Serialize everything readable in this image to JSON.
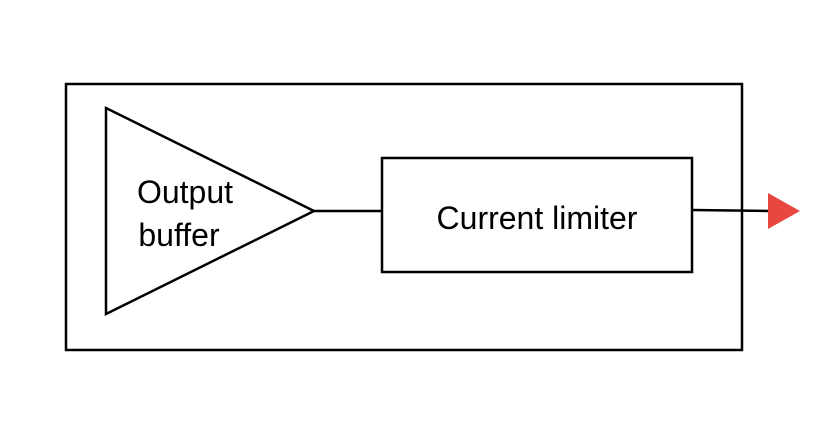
{
  "diagram": {
    "amplifier": {
      "label_line1": "Output",
      "label_line2": "buffer"
    },
    "limiter": {
      "label": "Current limiter"
    },
    "output_arrow_color": "#e8473f",
    "line_color": "#000000"
  }
}
